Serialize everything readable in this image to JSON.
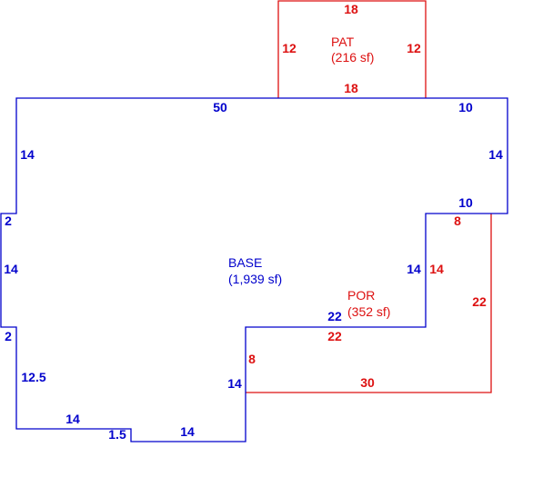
{
  "colors": {
    "base": "#0000cc",
    "addition": "#dd1111"
  },
  "areas": {
    "base": {
      "name": "BASE",
      "size": "(1,939 sf)"
    },
    "patio": {
      "name": "PAT",
      "size": "(216 sf)"
    },
    "porch": {
      "name": "POR",
      "size": "(352 sf)"
    }
  },
  "dimensions": {
    "base": {
      "top": "50",
      "right_top": "10",
      "right_side": "14",
      "right_step": "10",
      "left_upper": "14",
      "left_notch_top": "2",
      "left_middle": "14",
      "left_notch_bottom": "2",
      "left_lower": "12.5",
      "bottom_left": "14",
      "bottom_jog": "1.5",
      "bottom_right": "14",
      "inner_right": "14",
      "inner_step": "22",
      "inner_left": "14"
    },
    "patio": {
      "top": "18",
      "left": "12",
      "right": "12",
      "bottom": "18"
    },
    "porch": {
      "top": "8",
      "left_upper": "14",
      "right": "22",
      "middle": "22",
      "left_lower": "8",
      "bottom": "30"
    }
  }
}
